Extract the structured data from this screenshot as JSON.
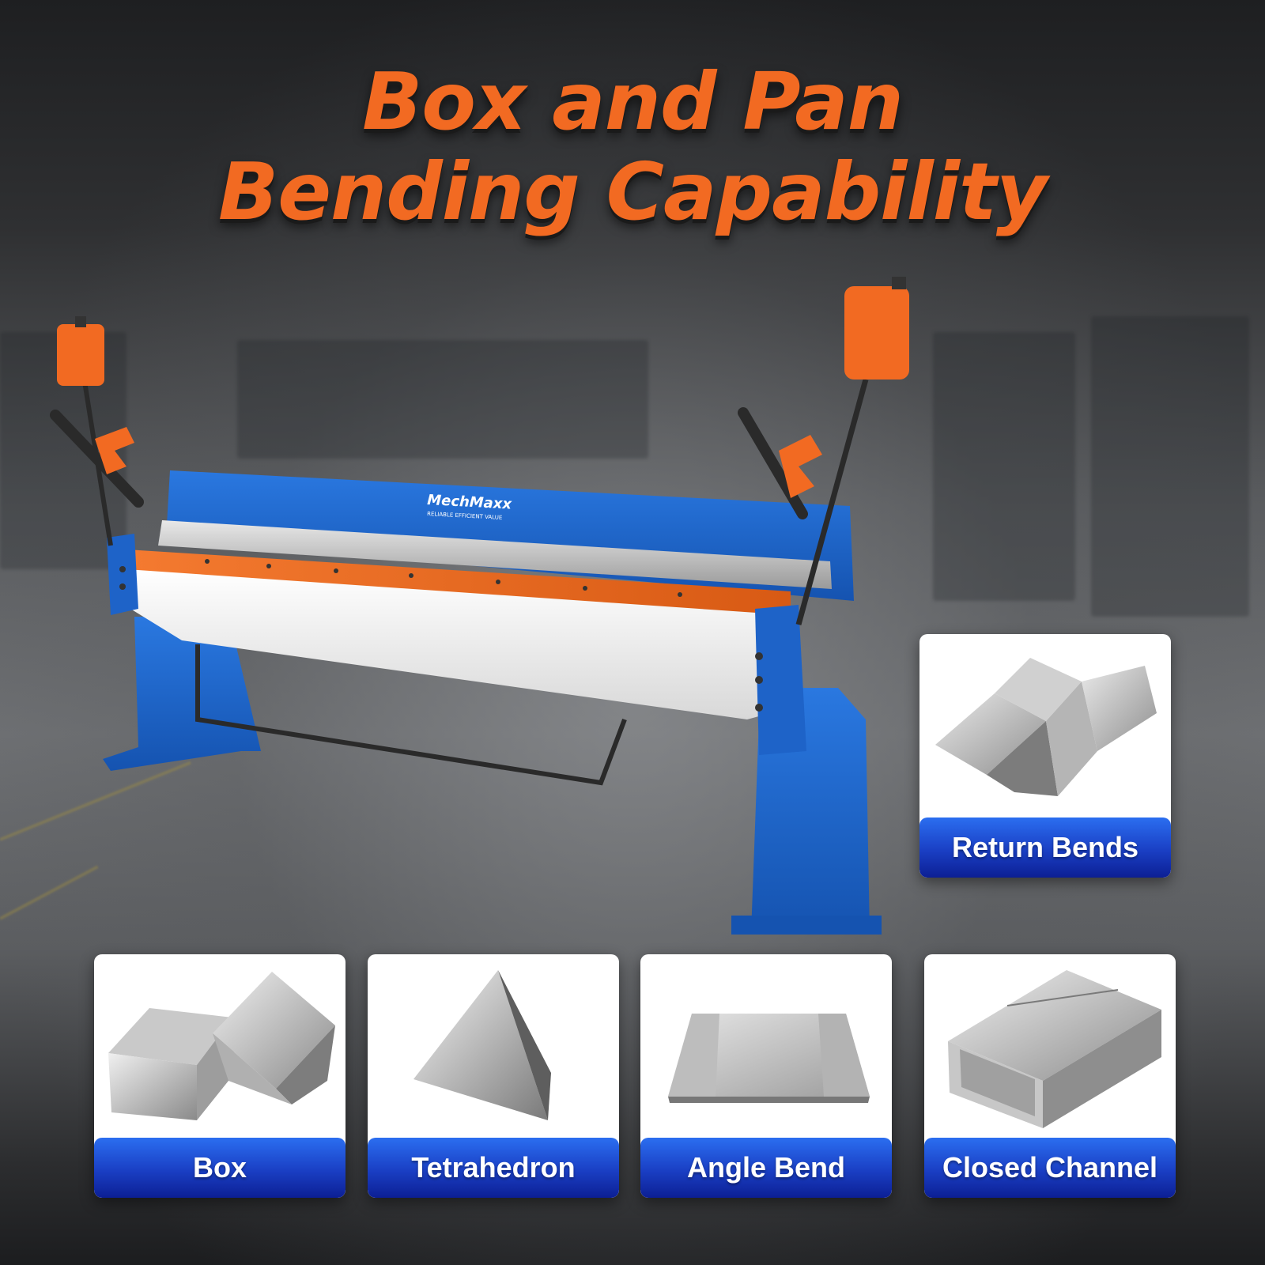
{
  "headline": {
    "line1": "Box and Pan",
    "line2": "Bending Capability"
  },
  "machine": {
    "brand": "MechMaxx",
    "tagline": "RELIABLE EFFICIENT VALUE",
    "colors": {
      "frame": "#1e63c8",
      "accent": "#f26a22",
      "apron": "#f2f2f2"
    }
  },
  "cards": [
    {
      "label": "Return Bends",
      "icon": "return-bends-icon"
    },
    {
      "label": "Box",
      "icon": "box-icon"
    },
    {
      "label": "Tetrahedron",
      "icon": "tetrahedron-icon"
    },
    {
      "label": "Angle Bend",
      "icon": "angle-bend-icon"
    },
    {
      "label": "Closed Channel",
      "icon": "closed-channel-icon"
    }
  ]
}
